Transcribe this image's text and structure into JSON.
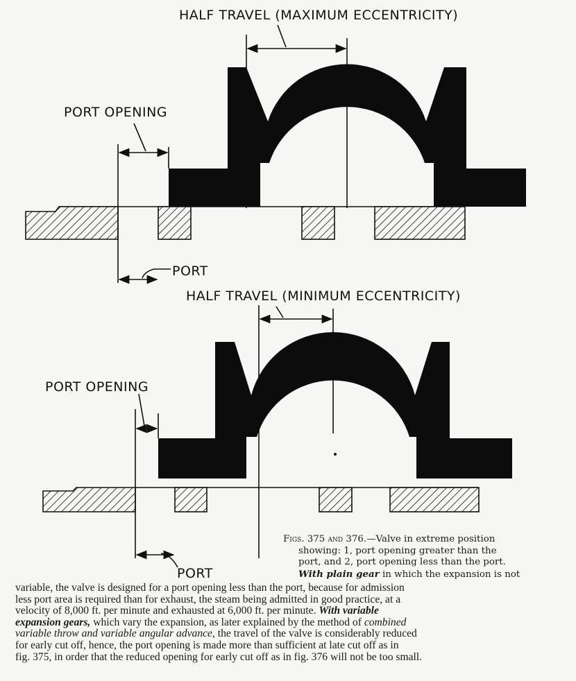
{
  "figure_375": {
    "title": "HALF TRAVEL (MAXIMUM ECCENTRICITY)",
    "port_opening_label": "PORT OPENING",
    "port_label": "PORT"
  },
  "figure_376": {
    "title": "HALF TRAVEL (MINIMUM ECCENTRICITY)",
    "port_opening_label": "PORT OPENING",
    "port_label": "PORT"
  },
  "caption": {
    "fig_label": "Figs. 375 and 376.",
    "line1": "—Valve in extreme position",
    "line2": "showing: 1, port opening greater than the",
    "line3": "port, and 2, port opening less than the port.",
    "bold_phrase": "With plain gear",
    "line4_rest": " in which the expansion is not"
  },
  "body": {
    "line1": "variable, the valve is designed for a port opening less than the port, because for admission",
    "line2": "less port area is required than for exhaust, the steam being admitted in good practice, at a",
    "line3_a": "velocity of 8,000 ft. per minute and exhausted at 6,000 ft. per minute. ",
    "line3_bold": "With variable",
    "line4_bold": "expansion gears,",
    "line4_rest": " which vary the expansion, as later explained by the method of ",
    "line4_italic": "combined",
    "line5_italic": "variable throw and variable angular advance",
    "line5_rest": ", the travel of the valve is considerably reduced",
    "line6": "for early cut off, hence, the port opening is made more than sufficient at late cut off as in",
    "line7": "fig. 375, in order that the reduced opening for early cut off as in fig. 376 will not be too small."
  }
}
